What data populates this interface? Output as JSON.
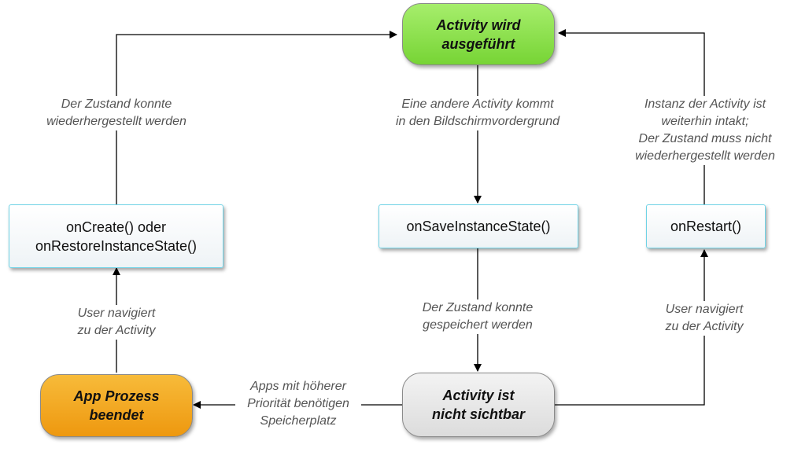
{
  "states": {
    "running": {
      "lines": [
        "Activity wird",
        "ausgeführt"
      ],
      "color": "#8ae04a"
    },
    "killed": {
      "lines": [
        "App Prozess",
        "beendet"
      ],
      "color": "#f2a21e"
    },
    "hidden": {
      "lines": [
        "Activity ist",
        "nicht sichtbar"
      ],
      "color": "#e6e6e6"
    }
  },
  "methods": {
    "on_create": {
      "lines": [
        "onCreate() oder",
        "onRestoreInstanceState()"
      ]
    },
    "on_save": {
      "lines": [
        "onSaveInstanceState()"
      ]
    },
    "on_restart": {
      "lines": [
        "onRestart()"
      ]
    }
  },
  "edge_labels": {
    "restored": [
      "Der Zustand konnte",
      "wiederhergestellt werden"
    ],
    "other_activity": [
      "Eine andere Activity kommt",
      "in den Bildschirmvordergrund"
    ],
    "instance_intact": [
      "Instanz der Activity ist",
      "weiterhin intakt;",
      "Der Zustand muss nicht",
      "wiederhergestellt werden"
    ],
    "user_nav_left": [
      "User navigiert",
      "zu der Activity"
    ],
    "saved": [
      "Der Zustand konnte",
      "gespeichert werden"
    ],
    "user_nav_right": [
      "User navigiert",
      "zu der Activity"
    ],
    "memory": [
      "Apps mit höherer",
      "Priorität benötigen",
      "Speicherplatz"
    ]
  }
}
